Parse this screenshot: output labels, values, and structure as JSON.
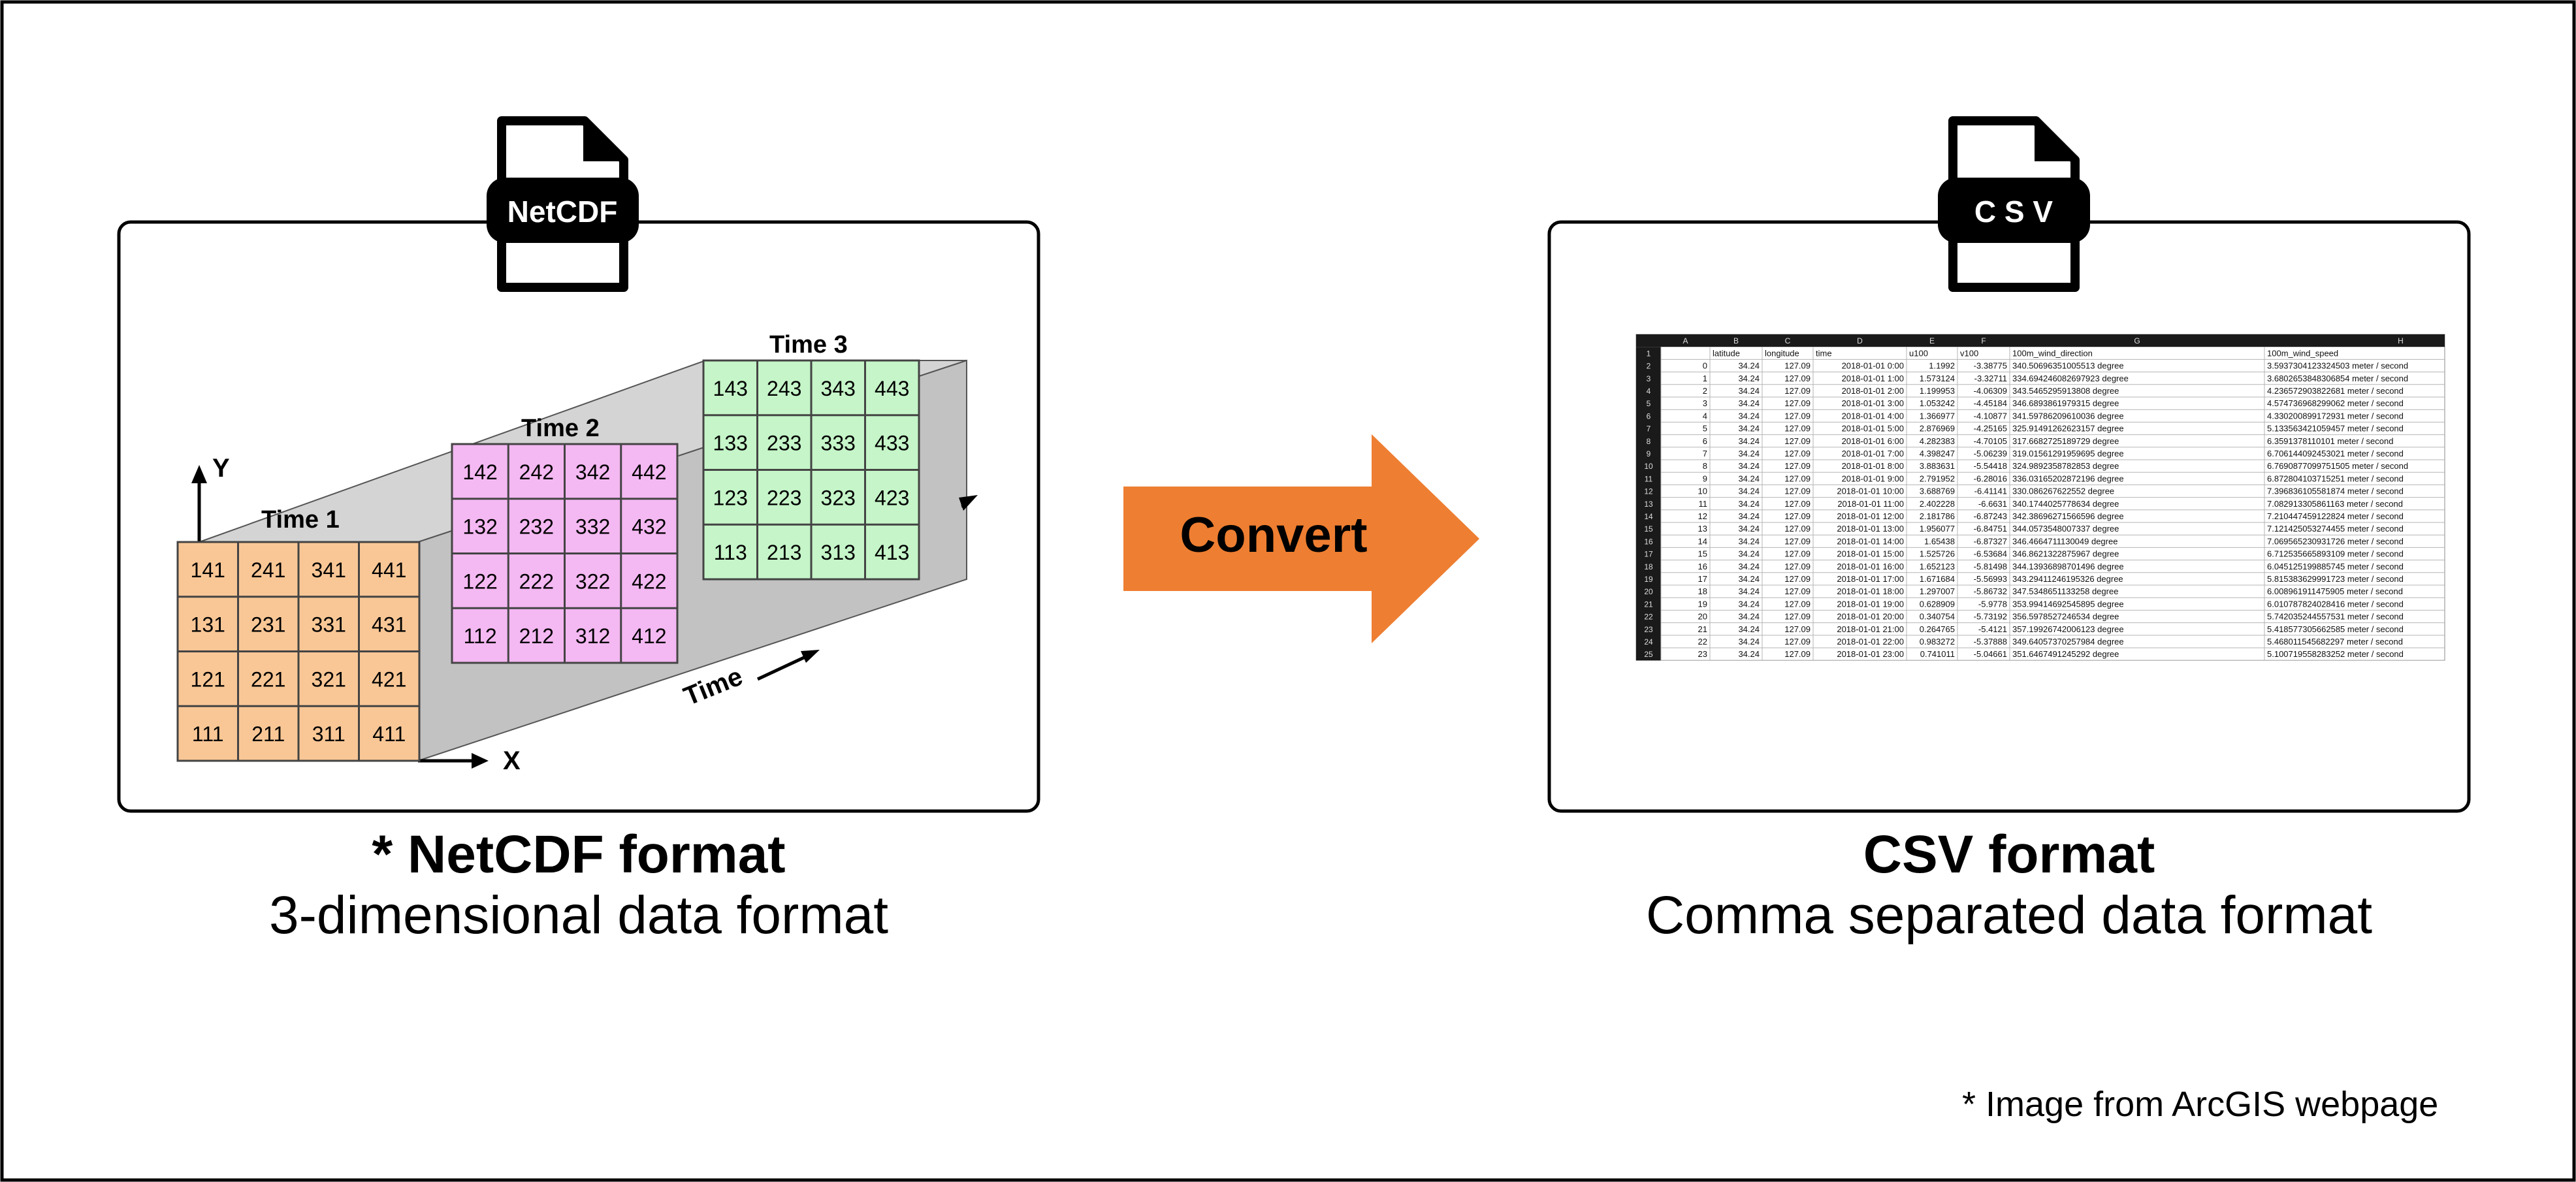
{
  "netcdf": {
    "file_icon_label": "NetCDF",
    "caption_title": "* NetCDF format",
    "caption_sub": "3-dimensional data format",
    "axis_y": "Y",
    "axis_x": "X",
    "axis_time": "Time",
    "grids": [
      {
        "label": "Time 1",
        "color": "#f9c796",
        "rows": [
          [
            "141",
            "241",
            "341",
            "441"
          ],
          [
            "131",
            "231",
            "331",
            "431"
          ],
          [
            "121",
            "221",
            "321",
            "421"
          ],
          [
            "111",
            "211",
            "311",
            "411"
          ]
        ]
      },
      {
        "label": "Time 2",
        "color": "#f4b8f2",
        "rows": [
          [
            "142",
            "242",
            "342",
            "442"
          ],
          [
            "132",
            "232",
            "332",
            "432"
          ],
          [
            "122",
            "222",
            "322",
            "422"
          ],
          [
            "112",
            "212",
            "312",
            "412"
          ]
        ]
      },
      {
        "label": "Time 3",
        "color": "#c5f5c8",
        "rows": [
          [
            "143",
            "243",
            "343",
            "443"
          ],
          [
            "133",
            "233",
            "333",
            "433"
          ],
          [
            "123",
            "223",
            "323",
            "423"
          ],
          [
            "113",
            "213",
            "313",
            "413"
          ]
        ]
      }
    ]
  },
  "convert_label": "Convert",
  "csv": {
    "file_icon_label": "C S V",
    "caption_title": "CSV format",
    "caption_sub": "Comma separated data format",
    "columns": [
      "A",
      "B",
      "C",
      "D",
      "E",
      "F",
      "G",
      "H"
    ],
    "header": [
      "",
      "latitude",
      "longitude",
      "time",
      "u100",
      "v100",
      "100m_wind_direction",
      "100m_wind_speed"
    ],
    "rows": [
      [
        "0",
        "34.24",
        "127.09",
        "2018-01-01 0:00",
        "1.1992",
        "-3.38775",
        "340.506963510055​13 degree",
        "3.5937304123324503 meter / second"
      ],
      [
        "1",
        "34.24",
        "127.09",
        "2018-01-01 1:00",
        "1.573124",
        "-3.32711",
        "334.694246082697923 degree",
        "3.6802653848306854 meter / second"
      ],
      [
        "2",
        "34.24",
        "127.09",
        "2018-01-01 2:00",
        "1.199953",
        "-4.06309",
        "343.5465295913808 degree",
        "4.236572903822681 meter / second"
      ],
      [
        "3",
        "34.24",
        "127.09",
        "2018-01-01 3:00",
        "1.053242",
        "-4.45184",
        "346.6893861979315 degree",
        "4.574736968299062 meter / second"
      ],
      [
        "4",
        "34.24",
        "127.09",
        "2018-01-01 4:00",
        "1.366977",
        "-4.10877",
        "341.59786209610036 degree",
        "4.330200899172931 meter / second"
      ],
      [
        "5",
        "34.24",
        "127.09",
        "2018-01-01 5:00",
        "2.876969",
        "-4.25165",
        "325.91491262623157 degree",
        "5.133563421059457 meter / second"
      ],
      [
        "6",
        "34.24",
        "127.09",
        "2018-01-01 6:00",
        "4.282383",
        "-4.70105",
        "317.6682725189729 degree",
        "6.3591378110101 meter / second"
      ],
      [
        "7",
        "34.24",
        "127.09",
        "2018-01-01 7:00",
        "4.398247",
        "-5.06239",
        "319.01561291959695 degree",
        "6.706144092453021 meter / second"
      ],
      [
        "8",
        "34.24",
        "127.09",
        "2018-01-01 8:00",
        "3.883631",
        "-5.54418",
        "324.9892358782853 degree",
        "6.769087709975​1505 meter / second"
      ],
      [
        "9",
        "34.24",
        "127.09",
        "2018-01-01 9:00",
        "2.791952",
        "-6.28016",
        "336.0316520287​2196 degree",
        "6.872804103715251 meter / second"
      ],
      [
        "10",
        "34.24",
        "127.09",
        "2018-01-01 10:00",
        "3.688769",
        "-6.41141",
        "330.086267622552 degree",
        "7.396836105581874 meter / second"
      ],
      [
        "11",
        "34.24",
        "127.09",
        "2018-01-01 11:00",
        "2.402228",
        "-6.6631",
        "340.1744025778634 degree",
        "7.082913305861163 meter / second"
      ],
      [
        "12",
        "34.24",
        "127.09",
        "2018-01-01 12:00",
        "2.181786",
        "-6.87243",
        "342.38696271566596 degree",
        "7.210447459122824 meter / second"
      ],
      [
        "13",
        "34.24",
        "127.09",
        "2018-01-01 13:00",
        "1.956077",
        "-6.84751",
        "344.05735480073​37 degree",
        "7.121425053274455 meter / second"
      ],
      [
        "14",
        "34.24",
        "127.09",
        "2018-01-01 14:00",
        "1.65438",
        "-6.87327",
        "346.466471113​0049 degree",
        "7.069565230931726 meter / second"
      ],
      [
        "15",
        "34.24",
        "127.09",
        "2018-01-01 15:00",
        "1.525726",
        "-6.53684",
        "346.8621322875967 degree",
        "6.712535665893109 meter / second"
      ],
      [
        "16",
        "34.24",
        "127.09",
        "2018-01-01 16:00",
        "1.652123",
        "-5.81498",
        "344.13936898701496 degree",
        "6.045125199885745 meter / second"
      ],
      [
        "17",
        "34.24",
        "127.09",
        "2018-01-01 17:00",
        "1.671684",
        "-5.56993",
        "343.29411246195326 degree",
        "5.815383629991723 meter / second"
      ],
      [
        "18",
        "34.24",
        "127.09",
        "2018-01-01 18:00",
        "1.297007",
        "-5.86732",
        "347.5348651133258 degree",
        "6.008961911475905 meter / second"
      ],
      [
        "19",
        "34.24",
        "127.09",
        "2018-01-01 19:00",
        "0.628909",
        "-5.9778",
        "353.99414692545895 degree",
        "6.010787824028416 meter / second"
      ],
      [
        "20",
        "34.24",
        "127.09",
        "2018-01-01 20:00",
        "0.340754",
        "-5.73192",
        "356.5978527246534 degree",
        "5.742035244557531 meter / second"
      ],
      [
        "21",
        "34.24",
        "127.09",
        "2018-01-01 21:00",
        "0.264765",
        "-5.4121",
        "357.19926742006123 degree",
        "5.418577305662585 meter / second"
      ],
      [
        "22",
        "34.24",
        "127.09",
        "2018-01-01 22:00",
        "0.983272",
        "-5.37888",
        "349.64057370257984 degree",
        "5.468011545682297 meter / second"
      ],
      [
        "23",
        "34.24",
        "127.09",
        "2018-01-01 23:00",
        "0.741011",
        "-5.04661",
        "351.6467491245292 degree",
        "5.100719558283252 meter / second"
      ]
    ]
  },
  "footnote": "* Image from ArcGIS webpage"
}
